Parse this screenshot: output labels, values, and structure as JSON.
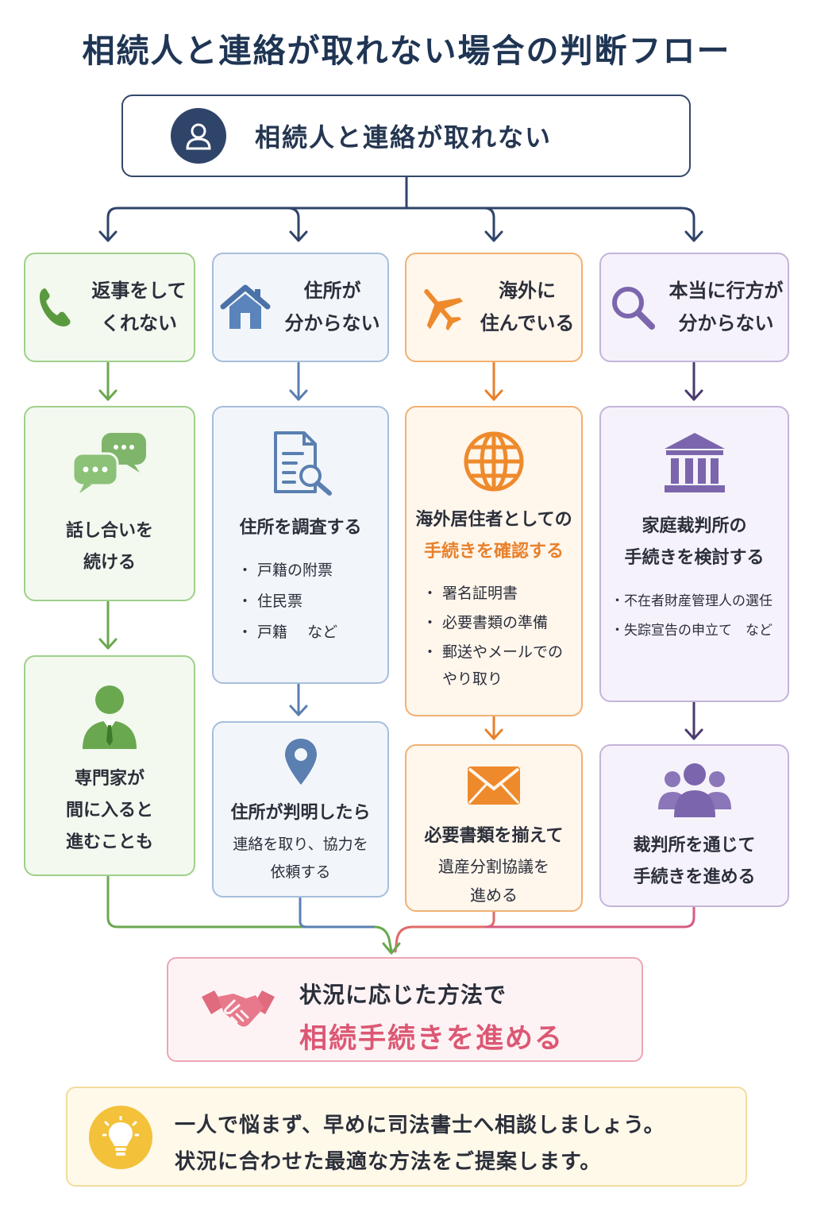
{
  "title": "相続人と連絡が取れない場合の判断フロー",
  "root": {
    "label": "相続人と連絡が取れない",
    "icon": "person-icon"
  },
  "colors": {
    "navy": "#2f4469",
    "green": "#6aa84f",
    "blue": "#5a7fb0",
    "orange": "#e8802a",
    "purple": "#6f5a9c",
    "pink": "#dc5874",
    "yellow": "#f3c13a"
  },
  "columns": [
    {
      "category": {
        "icon": "phone-icon",
        "line1": "返事をして",
        "line2": "くれない"
      },
      "step1": {
        "icon": "chat-bubbles-icon",
        "line1": "話し合いを",
        "line2": "続ける"
      },
      "step2": {
        "icon": "businessman-icon",
        "line1": "専門家が",
        "line2": "間に入ると",
        "line3": "進むことも"
      }
    },
    {
      "category": {
        "icon": "house-icon",
        "line1": "住所が",
        "line2": "分からない"
      },
      "step1": {
        "icon": "document-search-icon",
        "title": "住所を調査する",
        "bullets": [
          "・ 戸籍の附票",
          "・ 住民票",
          "・ 戸籍　 など"
        ]
      },
      "step2": {
        "icon": "map-pin-icon",
        "title": "住所が判明したら",
        "sub1": "連絡を取り、協力を",
        "sub2": "依頼する"
      }
    },
    {
      "category": {
        "icon": "airplane-icon",
        "line1": "海外に",
        "line2": "住んでいる"
      },
      "step1": {
        "icon": "globe-icon",
        "title1": "海外居住者としての",
        "title2": "手続きを確認する",
        "bullets": [
          "・ 署名証明書",
          "・ 必要書類の準備",
          "・ 郵送やメールでの",
          "　 やり取り"
        ]
      },
      "step2": {
        "icon": "envelope-icon",
        "line1": "必要書類を揃えて",
        "line2": "遺産分割協議を",
        "line3": "進める"
      }
    },
    {
      "category": {
        "icon": "magnifier-icon",
        "line1": "本当に行方が",
        "line2": "分からない"
      },
      "step1": {
        "icon": "courthouse-icon",
        "title1": "家庭裁判所の",
        "title2": "手続きを検討する",
        "bullets": [
          "・不在者財産管理人の選任",
          "・失踪宣告の申立て　など"
        ]
      },
      "step2": {
        "icon": "group-icon",
        "line1": "裁判所を通じて",
        "line2": "手続きを進める"
      }
    }
  ],
  "final": {
    "icon": "handshake-icon",
    "line1": "状況に応じた方法で",
    "line2": "相続手続きを進める"
  },
  "tip": {
    "icon": "lightbulb-icon",
    "line1": "一人で悩まず、早めに司法書士へ相談しましょう。",
    "line2": "状況に合わせた最適な方法をご提案します。"
  }
}
